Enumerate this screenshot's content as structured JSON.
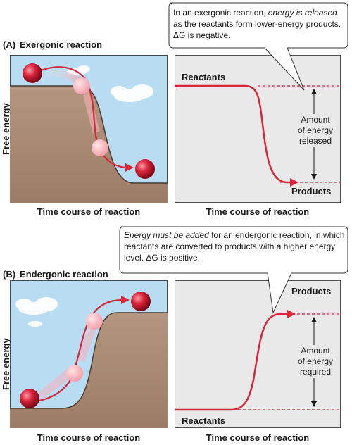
{
  "exergonic": {
    "letter": "(A)",
    "title": "Exergonic reaction",
    "yaxis": "Free energy",
    "xaxis_left": "Time course of reaction",
    "xaxis_right": "Time course of reaction",
    "high_label": "Reactants",
    "low_label": "Products",
    "amount_lines": [
      "Amount",
      "of energy",
      "released"
    ],
    "callout": {
      "pre": "In an exergonic reaction, ",
      "em": "energy is released",
      "post": " as the reactants form lower-energy products. ΔG is negative."
    }
  },
  "endergonic": {
    "letter": "(B)",
    "title": "Endergonic reaction",
    "yaxis": "Free energy",
    "xaxis_left": "Time course of reaction",
    "xaxis_right": "Time course of reaction",
    "high_label": "Products",
    "low_label": "Reactants",
    "amount_lines": [
      "Amount",
      "of energy",
      "required"
    ],
    "callout": {
      "em": "Energy must be added",
      "post": " for an endergonic reaction, in which reactants are converted to products with a higher energy level. ΔG is positive."
    }
  },
  "colors": {
    "sky": "#b8dcf2",
    "hill": "#a88a72",
    "panel": "#e9e9ea",
    "curve": "#d8253a",
    "dashed": "#d8253a",
    "ball": "#c8102e"
  }
}
